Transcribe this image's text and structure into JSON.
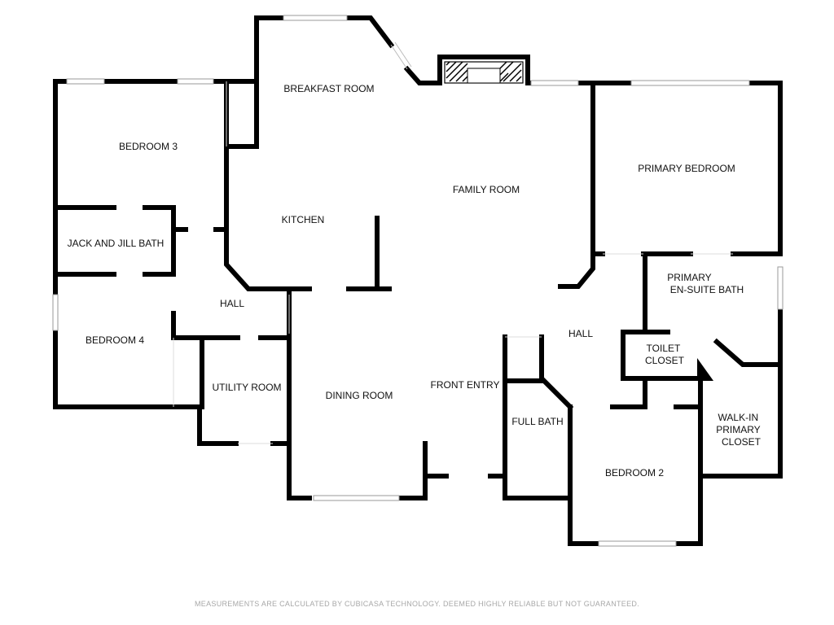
{
  "rooms": {
    "breakfast_room": "BREAKFAST ROOM",
    "bedroom_3": "BEDROOM 3",
    "family_room": "FAMILY ROOM",
    "primary_bedroom": "PRIMARY BEDROOM",
    "kitchen": "KITCHEN",
    "jack_and_jill_bath": "JACK AND JILL BATH",
    "primary_ensuite_bath": [
      "PRIMARY",
      "EN-SUITE  BATH"
    ],
    "hall_west": "HALL",
    "hall_east": "HALL",
    "bedroom_4": "BEDROOM 4",
    "toilet_closet": [
      "TOILET",
      "CLOSET"
    ],
    "utility_room": "UTILITY ROOM",
    "dining_room": "DINING ROOM",
    "front_entry": "FRONT ENTRY",
    "full_bath": "FULL BATH",
    "walk_in_primary_closet": [
      "WALK-IN",
      "PRIMARY",
      "CLOSET"
    ],
    "bedroom_2": "BEDROOM 2"
  },
  "disclaimer": "MEASUREMENTS ARE CALCULATED BY CUBICASA TECHNOLOGY. DEEMED HIGHLY RELIABLE BUT NOT GUARANTEED."
}
